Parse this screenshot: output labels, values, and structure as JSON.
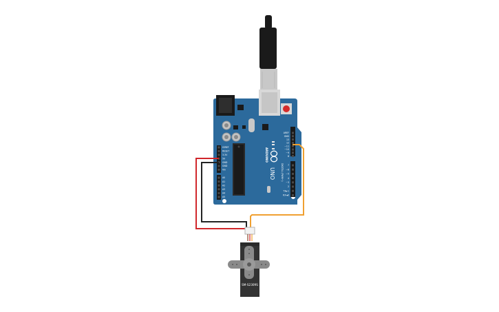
{
  "board": {
    "brand_text": "ARDUINO",
    "model_text": "UNO",
    "section_labels": {
      "power": "POWER",
      "analog": "ANALOG IN",
      "digital": "DIGITAL (PWM~)"
    },
    "top_pins": [
      "AREF",
      "GND",
      "13",
      "12",
      "~11",
      "~10",
      "~9",
      "8"
    ],
    "power_pins": [
      "IOREF",
      "RESET",
      "3.3V",
      "5V",
      "GND",
      "GND",
      "Vin"
    ],
    "analog_pins": [
      "A0",
      "A1",
      "A2",
      "A3",
      "A4",
      "A5"
    ],
    "digital_pins": [
      "7",
      "~6",
      "~5",
      "4",
      "~3",
      "2",
      "TX►1",
      "RX◄0"
    ],
    "color": "#2c6a9c"
  },
  "servo": {
    "model_label": "SM-S2309S"
  },
  "wires": {
    "signal_color": "#f0a030",
    "power_color": "#d0262a",
    "ground_color": "#222222"
  }
}
